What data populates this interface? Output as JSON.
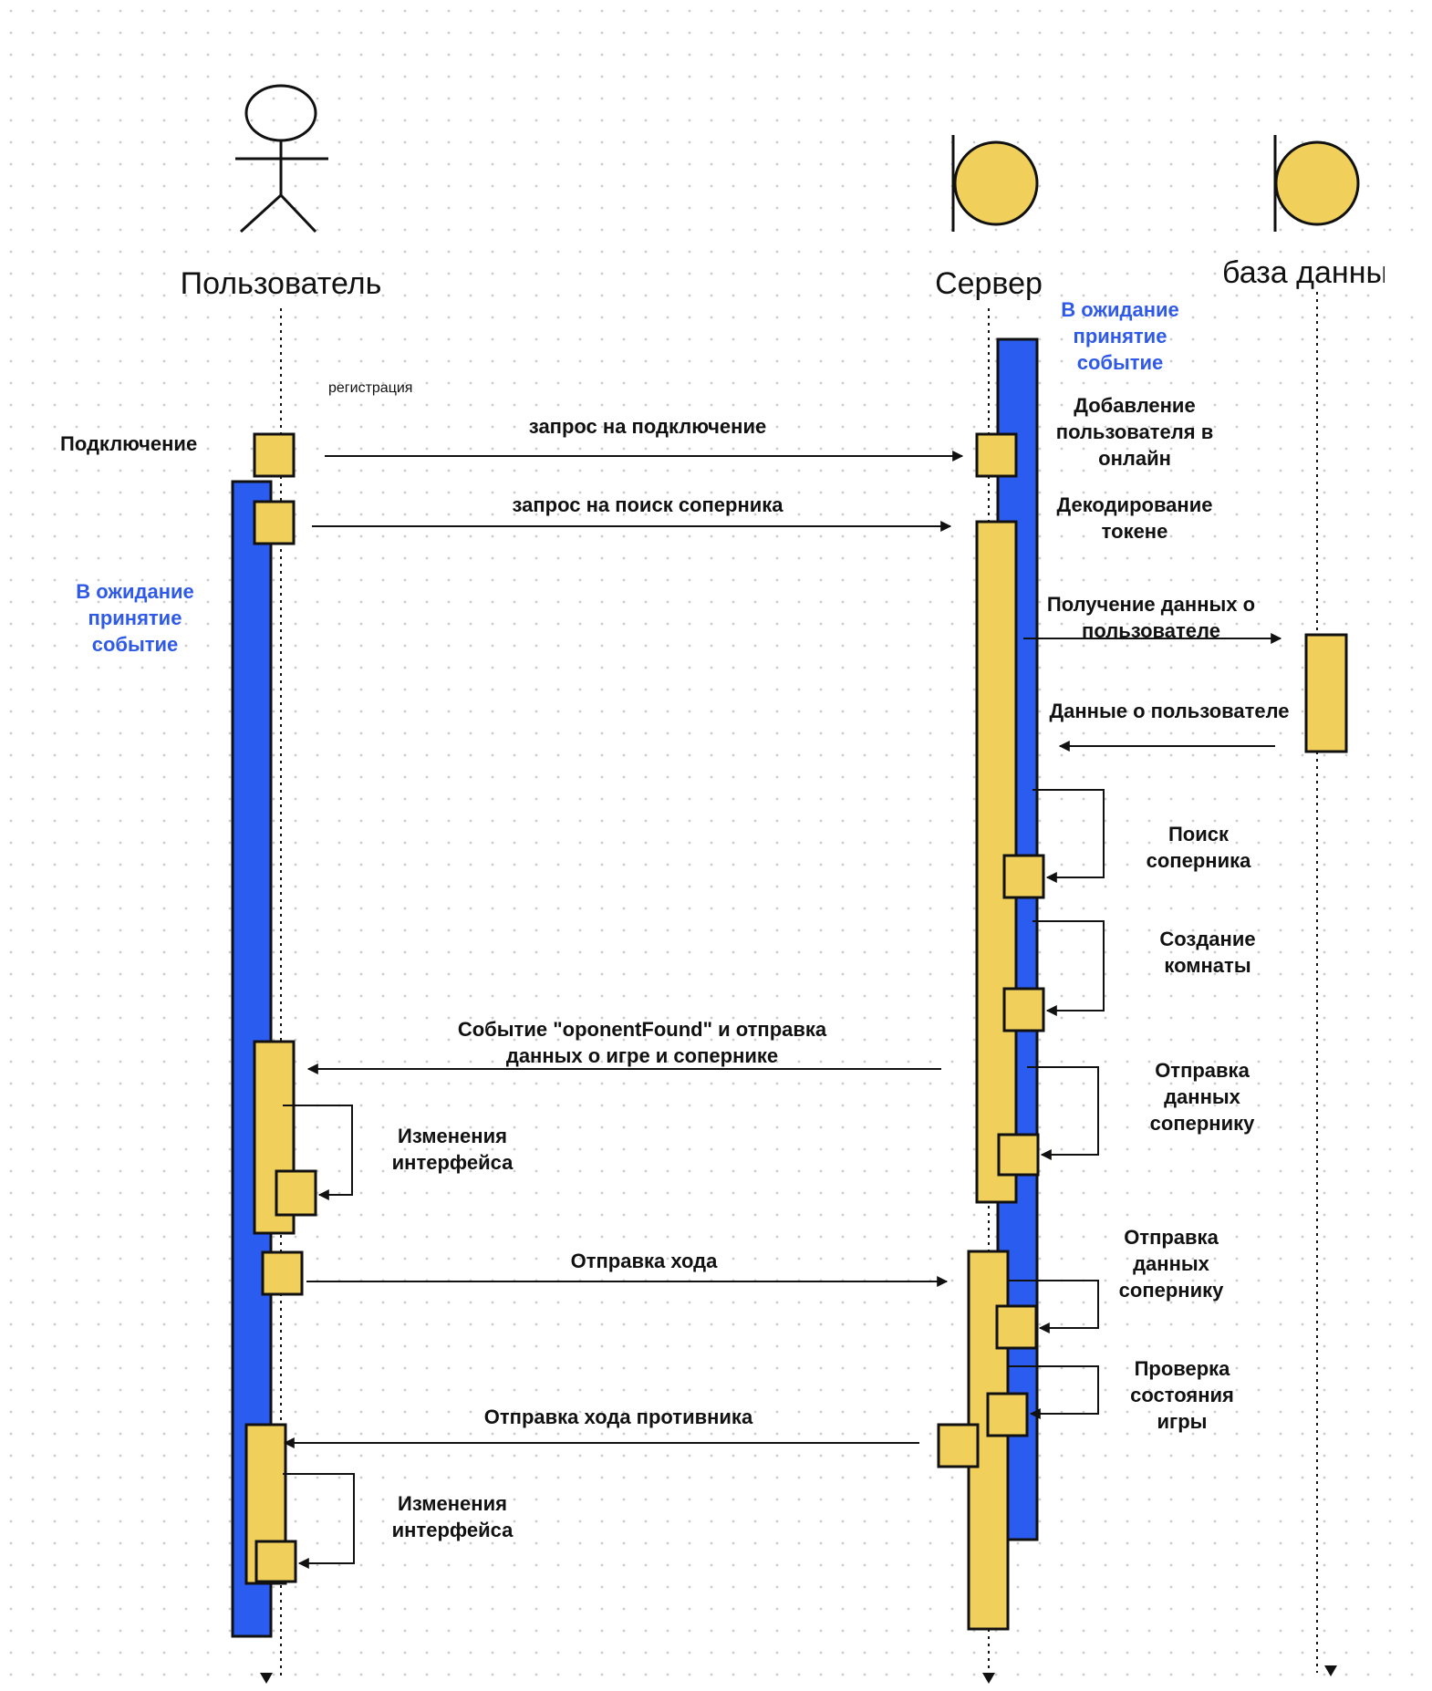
{
  "colors": {
    "accent_blue": "#2b5cf0",
    "activation_yellow": "#f0d05a",
    "label_blue": "#2f5ae8",
    "grid_dot": "#c9c9c9"
  },
  "participants": {
    "user": {
      "label": "Пользователь",
      "icon": "stick-figure-actor-icon"
    },
    "server": {
      "label": "Сервер",
      "icon": "boundary-object-icon"
    },
    "database": {
      "label": "база данных",
      "icon": "boundary-object-icon"
    }
  },
  "notes": {
    "registration": "регистрация",
    "connection": "Подключение",
    "user_waiting": [
      "В ожидание",
      "принятие",
      "событие"
    ],
    "server_waiting": [
      "В ожидание",
      "принятие",
      "событие"
    ]
  },
  "messages": {
    "connect_request": [
      "запрос на  подключение"
    ],
    "find_opponent_request": [
      "запрос на поиск соперника"
    ],
    "opponent_found": [
      "Событие \"oponentFound\" и отправка",
      "данных о игре и сопернике"
    ],
    "send_move": [
      "Отправка хода"
    ],
    "send_opponent_move": [
      "Отправка хода противника"
    ],
    "get_user_data": [
      "Получение данных о",
      "пользователе"
    ],
    "user_data": [
      "Данные о пользователе"
    ]
  },
  "actions": {
    "add_online": [
      "Добавление",
      "пользователя в",
      "онлайн"
    ],
    "decode_token": [
      "Декодирование",
      "токене"
    ],
    "search_opponent": [
      "Поиск",
      "соперника"
    ],
    "create_room": [
      "Создание",
      "комнаты"
    ],
    "send_to_opponent_1": [
      "Отправка",
      "данных",
      "сопернику"
    ],
    "ui_change_1": [
      "Изменения",
      "интерфейса"
    ],
    "send_to_opponent_2": [
      "Отправка",
      "данных",
      "сопернику"
    ],
    "check_state": [
      "Проверка",
      "состояния",
      "игры"
    ],
    "ui_change_2": [
      "Изменения",
      "интерфейса"
    ]
  }
}
